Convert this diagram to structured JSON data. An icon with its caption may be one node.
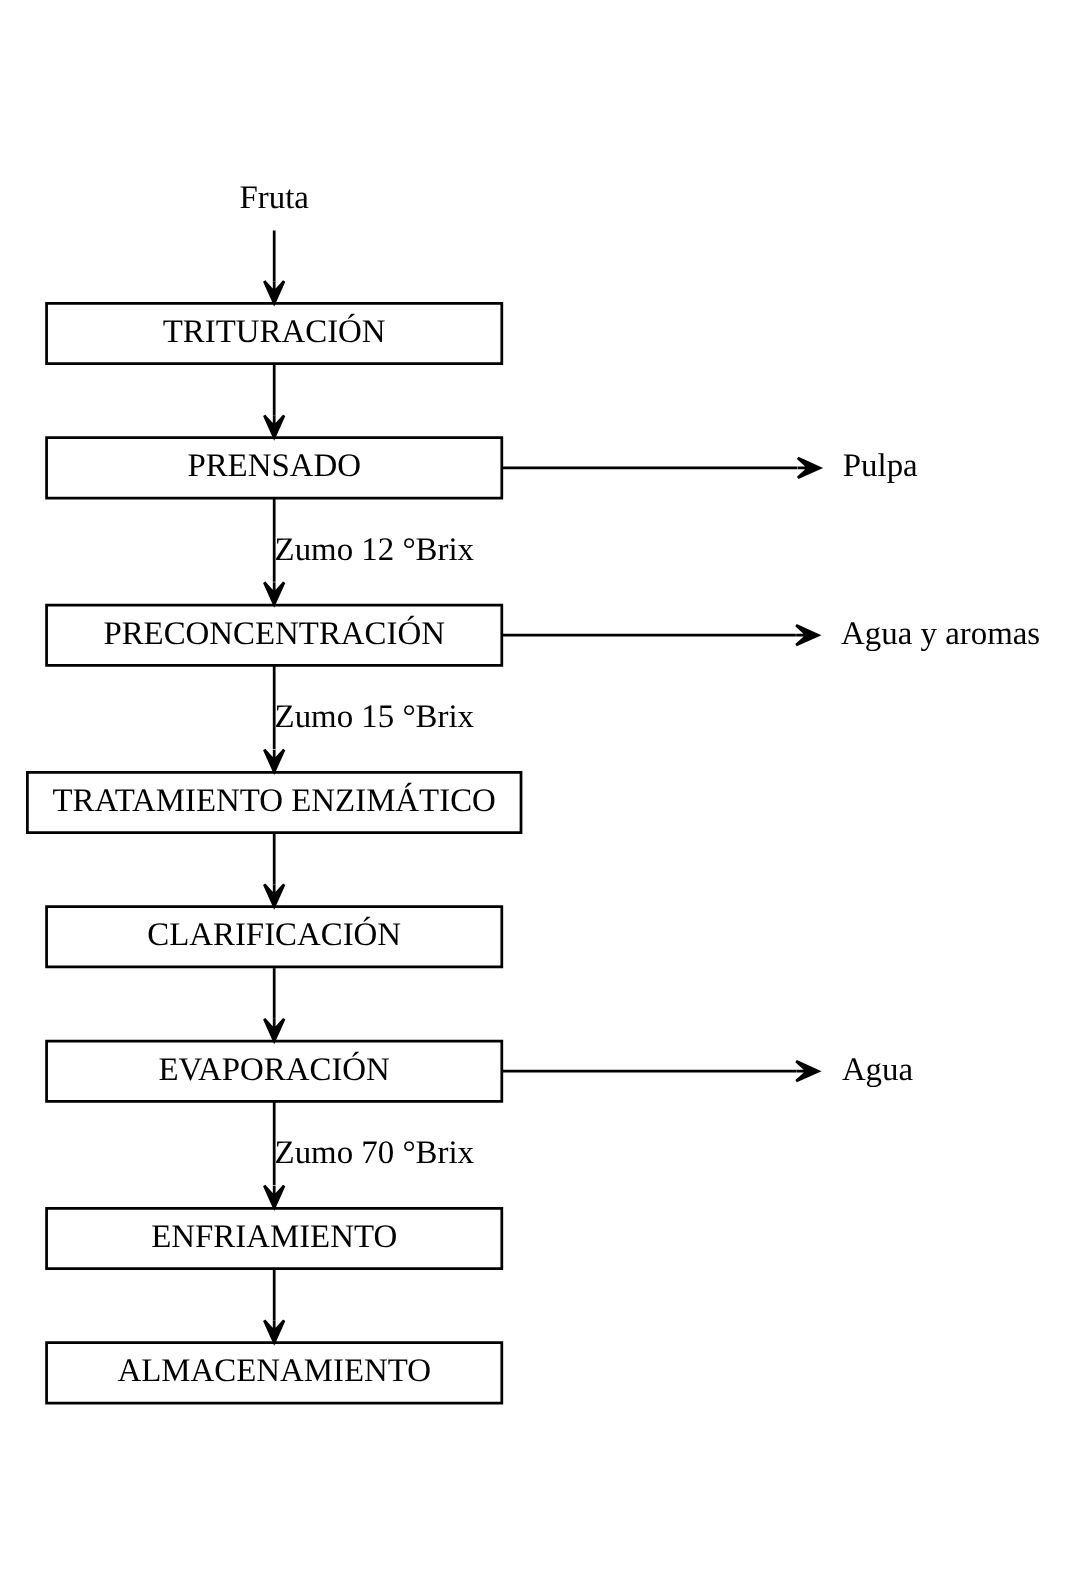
{
  "diagram": {
    "nodes": [
      {
        "text": [
          "Fruta"
        ]
      },
      {
        "text": [
          "TRITURACIÓN"
        ]
      },
      {
        "text": [
          "PRENSADO"
        ]
      },
      {
        "text": [
          "Pulpa"
        ]
      },
      {
        "text": [
          "PRECONCENTRACIÓN"
        ]
      },
      {
        "text": [
          "Agua y aromas"
        ]
      },
      {
        "text": [
          "TRATAMIENTO ENZIMÁTICO"
        ]
      },
      {
        "text": [
          "CLARIFICACIÓN"
        ]
      },
      {
        "text": [
          "EVAPORACIÓN"
        ]
      },
      {
        "text": [
          "Agua"
        ]
      },
      {
        "text": [
          "ENFRIAMIENTO"
        ]
      },
      {
        "text": [
          "ALMACENAMIENTO"
        ]
      }
    ],
    "edges": [
      {
        "from": 0,
        "to": 1,
        "arrow": "to"
      },
      {
        "from": 1,
        "to": 2,
        "arrow": "to"
      },
      {
        "from": 2,
        "to": 3,
        "arrow": "to"
      },
      {
        "from": 2,
        "to": 4,
        "arrow": "to",
        "label": "Zumo 12 °Brix"
      },
      {
        "from": 4,
        "to": 5,
        "arrow": "to"
      },
      {
        "from": 4,
        "to": 6,
        "arrow": "to",
        "label": "Zumo 15 °Brix"
      },
      {
        "from": 6,
        "to": 7,
        "arrow": "to"
      },
      {
        "from": 7,
        "to": 8,
        "arrow": "to"
      },
      {
        "from": 8,
        "to": 9,
        "arrow": "to"
      },
      {
        "from": 8,
        "to": 10,
        "arrow": "to",
        "label": "Zumo 70 °Brix"
      },
      {
        "from": 10,
        "to": 11,
        "arrow": "to"
      }
    ]
  }
}
